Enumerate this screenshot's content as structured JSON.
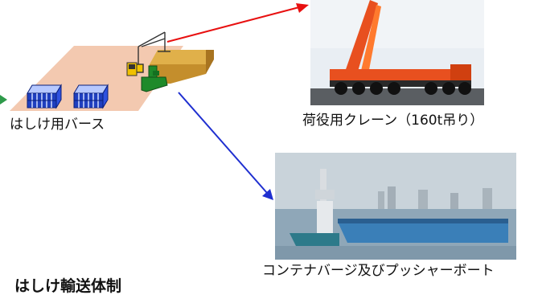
{
  "labels": {
    "berth": "はしけ用バース",
    "crane_caption": "荷役用クレーン（160t吊り）",
    "barge_caption": "コンテナバージ及びプッシャーボート",
    "bottom_heading": "はしけ輸送体制"
  },
  "colors": {
    "berth_area": "#f3c9b0",
    "quay": "#d9a63a",
    "container_blue": "#1f3fbf",
    "arrow_to_crane": "#e81010",
    "arrow_to_barge": "#1f2fd0",
    "crane_body": "#e8501f",
    "sea": "#8fa7b8",
    "barge_hull": "#3a7fb8"
  },
  "icons": [
    "crane-icon",
    "loader-vehicle-icon",
    "container-stack-icon"
  ]
}
